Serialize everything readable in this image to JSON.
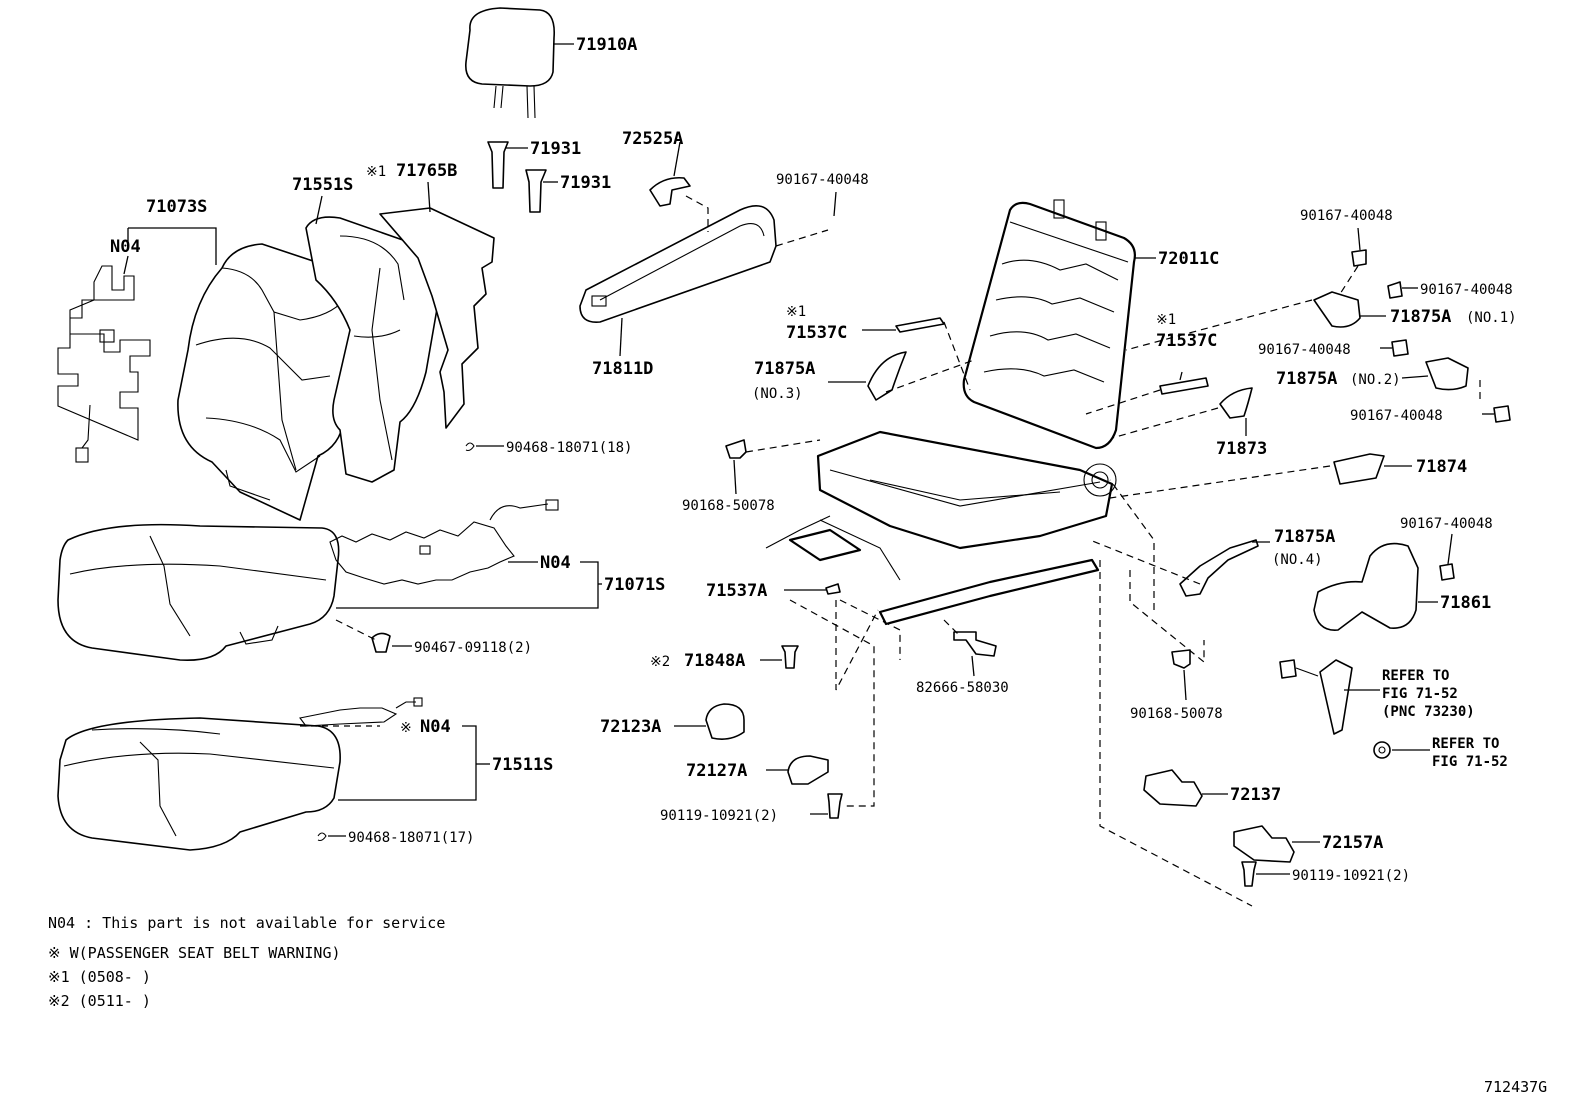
{
  "labels": {
    "headrest": "71910A",
    "guide_a": "71931",
    "guide_b": "71931",
    "upper_back_pad": "71765B",
    "mark_71765b": "※1",
    "back_pad": "71551S",
    "back_cover": "71073S",
    "back_heater": "N04",
    "cushion_heater": "N04",
    "cushion_cover": "71071S",
    "cushion_pad": "71511S",
    "sensor_mat": "N04",
    "mark_sensor_mat": "※",
    "hogring_back": "90468-18071(18)",
    "hogring_cushion": "90468-18071(17)",
    "clip_cushion": "90467-09118(2)",
    "armrest_bracket": "72525A",
    "screw_armrest": "90167-40048",
    "armrest": "71811D",
    "spring_c_left": "71537C",
    "mark_spring_c_left": "※1",
    "cover_no3": "71875A",
    "cover_no3_sub": "(NO.3)",
    "bolt_left": "90168-50078",
    "spring_a": "71537A",
    "screw_bottom_left": "71848A",
    "mark_71848a": "※2",
    "knob_72123": "72123A",
    "knob_72127": "72127A",
    "screw_bottom": "90119-10921(2)",
    "sensor_clip": "82666-58030",
    "frame": "72011C",
    "spring_c_right": "71537C",
    "mark_spring_c_right": "※1",
    "cover_71873": "71873",
    "cover_71874": "71874",
    "cover_no4": "71875A",
    "cover_no4_sub": "(NO.4)",
    "bolt_right": "90168-50078",
    "screw_r1": "90167-40048",
    "screw_r2": "90167-40048",
    "cover_no1": "71875A",
    "cover_no1_sub": "(NO.1)",
    "screw_r3": "90167-40048",
    "cover_no2": "71875A",
    "cover_no2_sub": "(NO.2)",
    "screw_r4": "90167-40048",
    "screw_71861": "90167-40048",
    "shield": "71861",
    "refer1_l1": "REFER TO",
    "refer1_l2": "FIG 71-52",
    "refer1_l3": "(PNC 73230)",
    "refer2_l1": "REFER TO",
    "refer2_l2": "FIG 71-52",
    "cover_72137": "72137",
    "cover_72157": "72157A",
    "screw_br": "90119-10921(2)"
  },
  "legend": [
    "N04 : This part is not available for service",
    "※  W(PASSENGER SEAT BELT WARNING)",
    "※1 (0508-    )",
    "※2 (0511-    )"
  ],
  "figure_id": "712437G"
}
